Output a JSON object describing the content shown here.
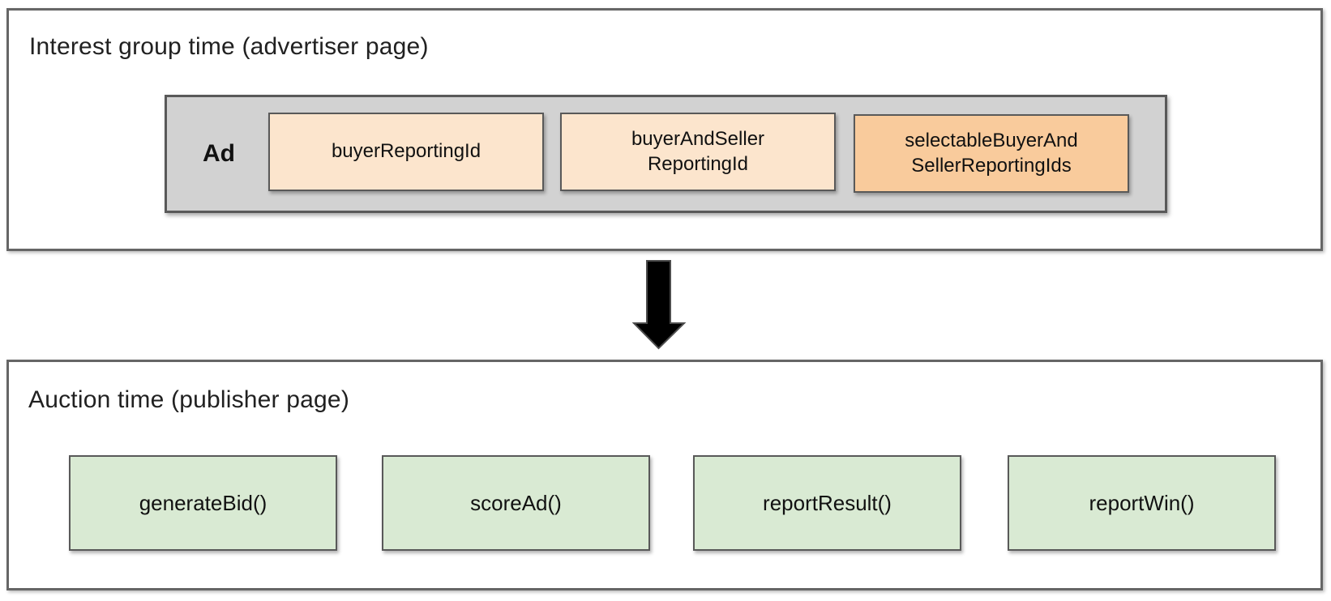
{
  "diagram": {
    "interest_group": {
      "title": "Interest group time (advertiser page)",
      "ad_label": "Ad",
      "reporting_ids": [
        {
          "label": "buyerReportingId",
          "highlighted": false
        },
        {
          "label": "buyerAndSeller\nReportingId",
          "highlighted": false
        },
        {
          "label": "selectableBuyerAnd\nSellerReportingIds",
          "highlighted": true
        }
      ]
    },
    "arrow": {
      "direction": "down"
    },
    "auction": {
      "title": "Auction time (publisher page)",
      "functions": [
        {
          "label": "generateBid()"
        },
        {
          "label": "scoreAd()"
        },
        {
          "label": "reportResult()"
        },
        {
          "label": "reportWin()"
        }
      ]
    }
  },
  "colors": {
    "id_box_fill": "#fce5cd",
    "highlighted_id_box_fill": "#f9cb9c",
    "function_box_fill": "#d9ead3",
    "ad_container_fill": "#d2d2d2",
    "box_border": "#595959",
    "outer_border": "#666666",
    "arrow_fill": "#000000"
  }
}
